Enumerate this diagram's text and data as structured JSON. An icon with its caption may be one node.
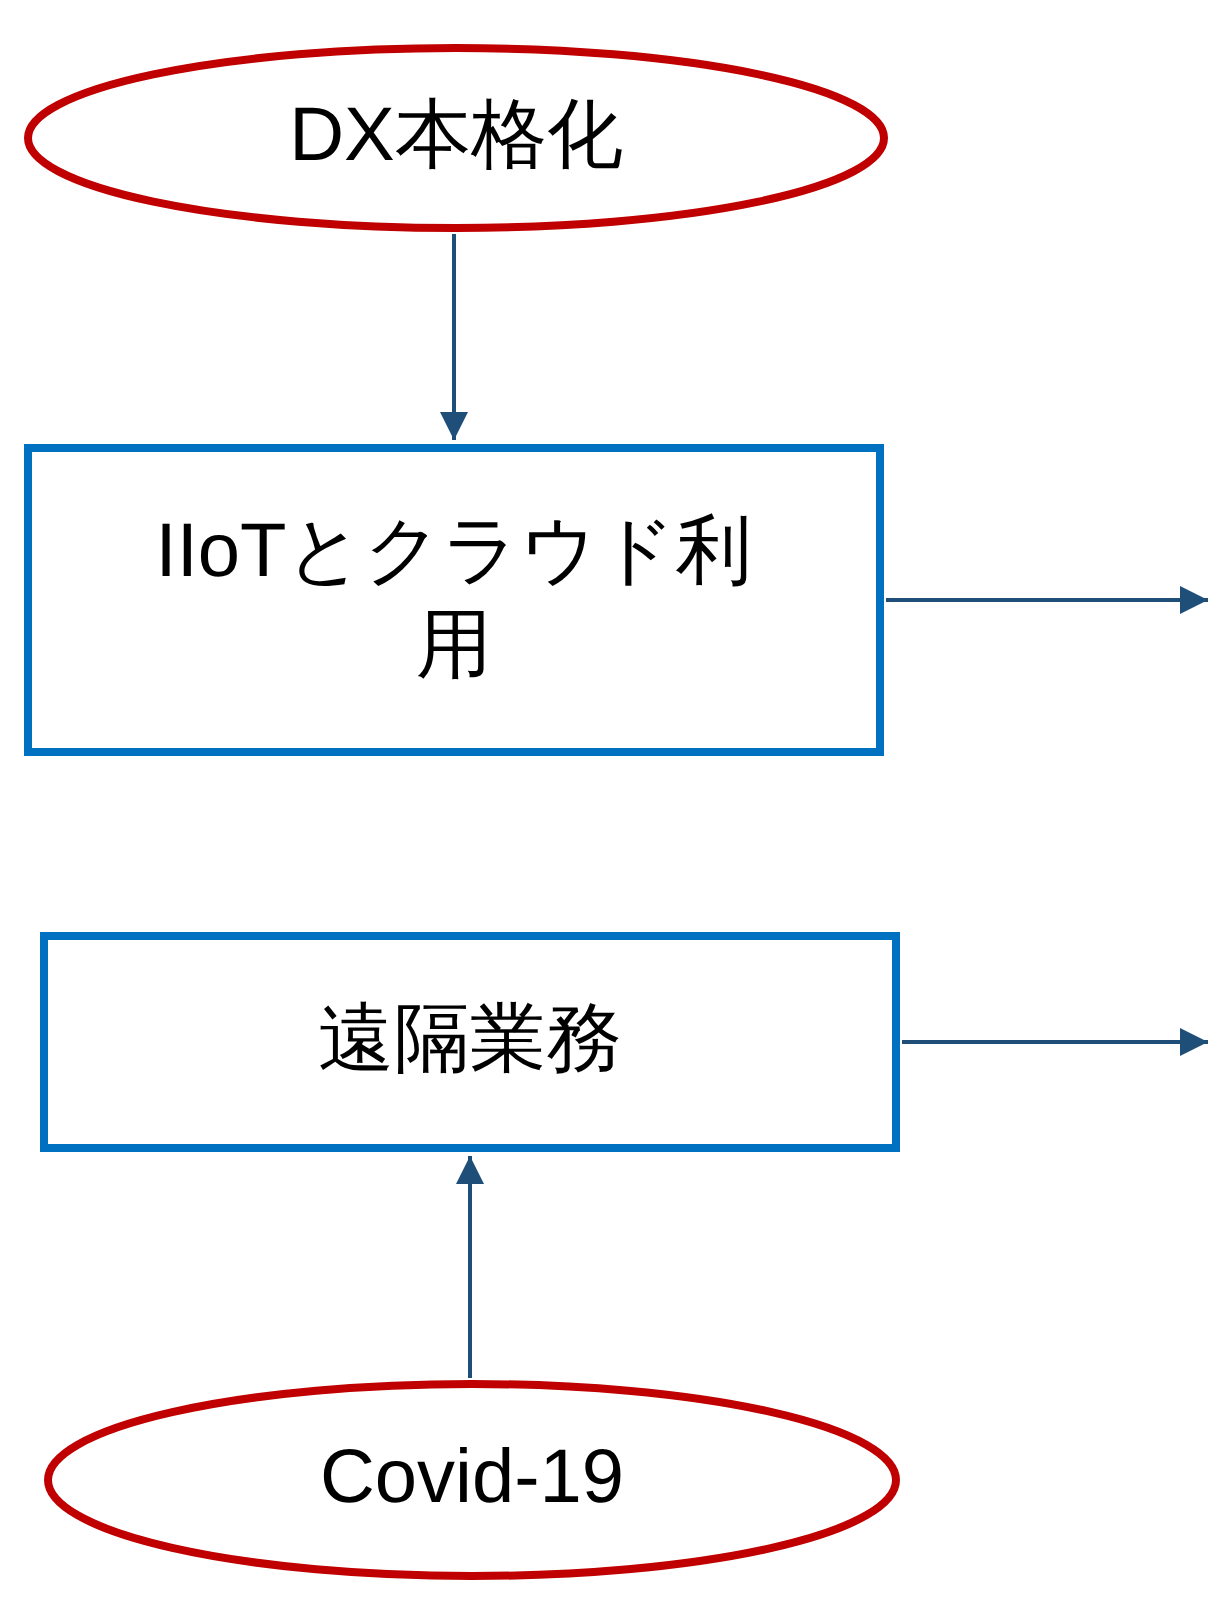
{
  "diagram": {
    "nodes": [
      {
        "text": [
          "DX本格化"
        ]
      },
      {
        "text": [
          "IIoTとクラウド利用"
        ]
      },
      {
        "text": [
          "遠隔業務"
        ]
      },
      {
        "text": [
          "Covid-19"
        ]
      }
    ],
    "edges": [
      {
        "from": 0,
        "to": 1,
        "arrow": "to"
      },
      {
        "from": 1,
        "to": null,
        "arrow": "to"
      },
      {
        "from": 2,
        "to": null,
        "arrow": "to"
      },
      {
        "from": 3,
        "to": 2,
        "arrow": "to"
      }
    ]
  }
}
